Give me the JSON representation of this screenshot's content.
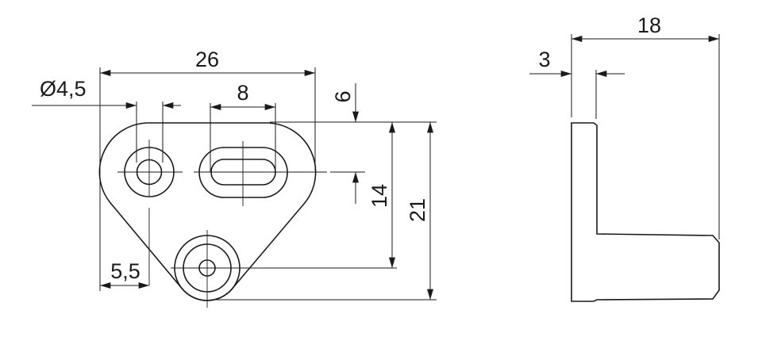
{
  "drawing": {
    "front_view": {
      "dim_overall_width": "26",
      "dim_hole_diameter": "Ø4,5",
      "dim_slot_length": "8",
      "dim_slot_offset": "6",
      "dim_hole_spacing_vertical": "14",
      "dim_overall_height": "21",
      "dim_hole_edge_offset": "5,5"
    },
    "side_view": {
      "dim_overall_depth": "18",
      "dim_thickness": "3"
    }
  }
}
